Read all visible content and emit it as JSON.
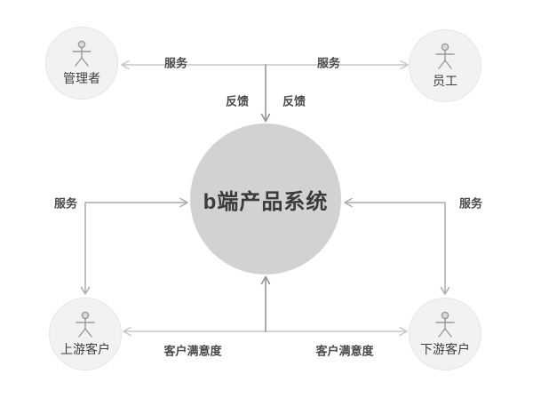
{
  "diagram": {
    "background": "#ffffff",
    "center_node": {
      "label": "b端产品系统",
      "fill": "#d2d2d2",
      "text_color": "#3b3b3b"
    },
    "actor_nodes": [
      {
        "id": "manager",
        "label": "管理者",
        "position": "top-left"
      },
      {
        "id": "employee",
        "label": "员工",
        "position": "top-right"
      },
      {
        "id": "upstream-customer",
        "label": "上游客户",
        "position": "bottom-left"
      },
      {
        "id": "downstream-customer",
        "label": "下游客户",
        "position": "bottom-right"
      }
    ],
    "actor_style": {
      "fill": "#f2f2f2",
      "border": "#e5e5e5",
      "icon": "stick-figure-person-icon"
    },
    "edge_labels": {
      "service_top_left": "服务",
      "service_top_right": "服务",
      "feedback_left": "反馈",
      "feedback_right": "反馈",
      "service_middle_left": "服务",
      "service_middle_right": "服务",
      "satisfaction_bottom_left": "客户满意度",
      "satisfaction_bottom_right": "客户满意度"
    },
    "line_colors": {
      "light": "#c7c7c7",
      "medium": "#ababab",
      "dark": "#8f8f8f"
    }
  }
}
